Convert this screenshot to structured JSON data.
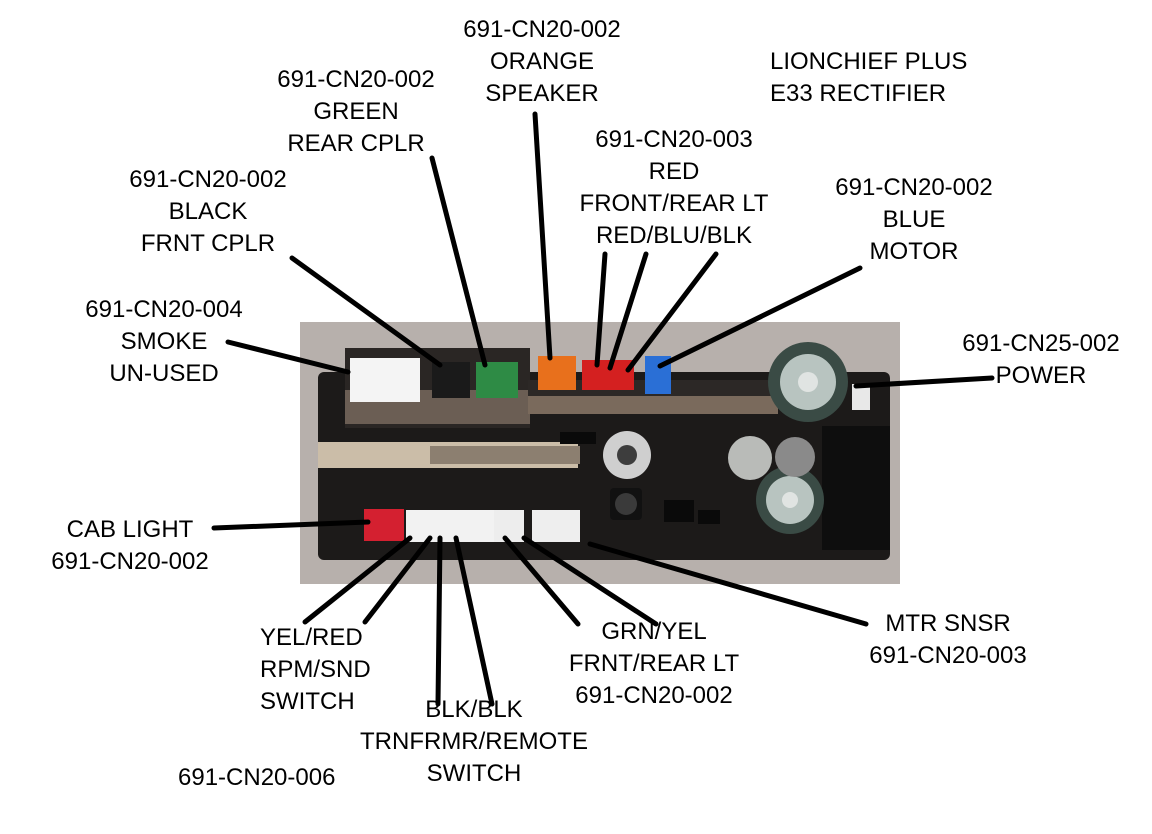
{
  "title": [
    "LIONCHIEF PLUS",
    "E33 RECTIFIER"
  ],
  "labels": {
    "orange_speaker": [
      "691-CN20-002",
      "ORANGE",
      "SPEAKER"
    ],
    "green_rear_cplr": [
      "691-CN20-002",
      "GREEN",
      "REAR CPLR"
    ],
    "red_front_rear_lt": [
      "691-CN20-003",
      "RED",
      "FRONT/REAR LT",
      "RED/BLU/BLK"
    ],
    "blue_motor": [
      "691-CN20-002",
      "BLUE",
      "MOTOR"
    ],
    "black_frnt_cplr": [
      "691-CN20-002",
      "BLACK",
      "FRNT CPLR"
    ],
    "smoke": [
      "691-CN20-004",
      "SMOKE",
      "UN-USED"
    ],
    "power": [
      "691-CN25-002",
      "POWER"
    ],
    "cab_light": [
      "CAB LIGHT",
      "691-CN20-002"
    ],
    "mtr_snsr": [
      "MTR SNSR",
      "691-CN20-003"
    ],
    "yel_red": [
      "YEL/RED",
      "RPM/SND",
      "SWITCH"
    ],
    "blk_blk": [
      "BLK/BLK",
      "TRNFRMR/REMOTE",
      "SWITCH"
    ],
    "grn_yel": [
      "GRN/YEL",
      "FRNT/REAR LT",
      "691-CN20-002"
    ],
    "bottom_part": "691-CN20-006"
  },
  "connector_colors": {
    "smoke": "#f4f4f4",
    "front_coupler": "#1a1a1a",
    "rear_coupler": "#2e8b45",
    "speaker": "#e8701c",
    "lights": "#d42020",
    "motor": "#2a6fd6",
    "cab_light": "#d42030"
  }
}
